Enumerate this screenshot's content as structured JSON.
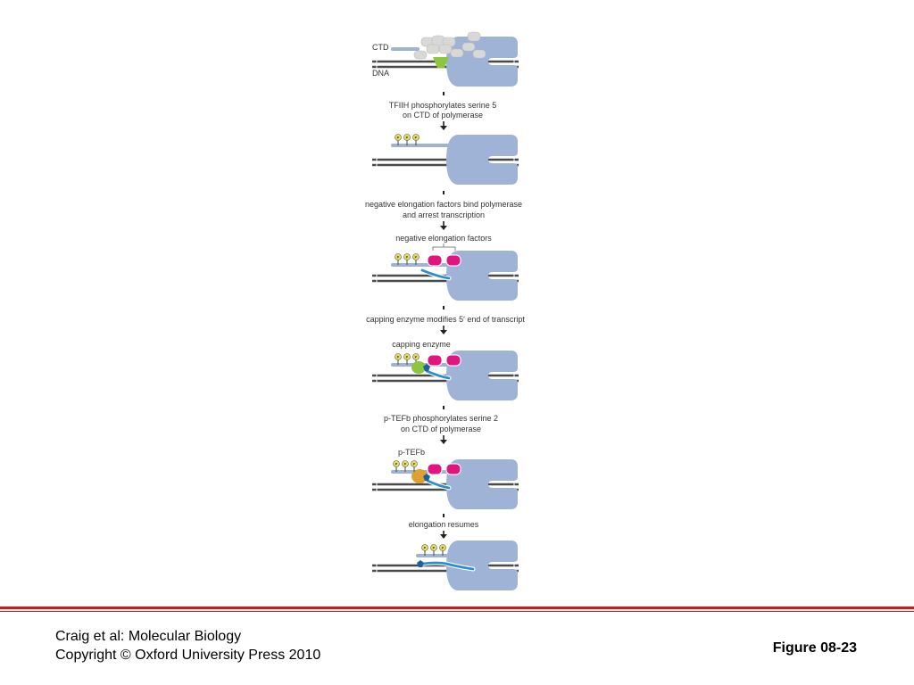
{
  "labels": {
    "ctd": "CTD",
    "dna": "DNA",
    "step1": [
      "TFIIH phosphorylates serine 5",
      "on CTD of polymerase"
    ],
    "step2": [
      "negative elongation factors bind polymerase",
      "and arrest transcription"
    ],
    "nef": "negative elongation factors",
    "step3": "capping enzyme modifies 5′  end of transcript",
    "capping": "capping enzyme",
    "step4": [
      "p-TEFb phosphorylates serine 2",
      "on CTD of polymerase"
    ],
    "ptefb": "p-TEFb",
    "step5": "elongation resumes",
    "phospho": "P"
  },
  "footer": {
    "credit_line1": "Craig et al: Molecular Biology",
    "credit_line2": "Copyright © Oxford University Press 2010",
    "figure": "Figure 08-23"
  },
  "colors": {
    "polymerase": "#9fb3d6",
    "dna": "#4a4a4a",
    "ctd": "#9fb3d6",
    "factor": "#e0157f",
    "rna": "#2b8fcf",
    "tfiih": "#d8d8d6",
    "green": "#8cc63f",
    "ptefb": "#e0a030",
    "phospho": "#e8e25a",
    "cap": "#1f5f9f",
    "rule": "#d01818"
  }
}
